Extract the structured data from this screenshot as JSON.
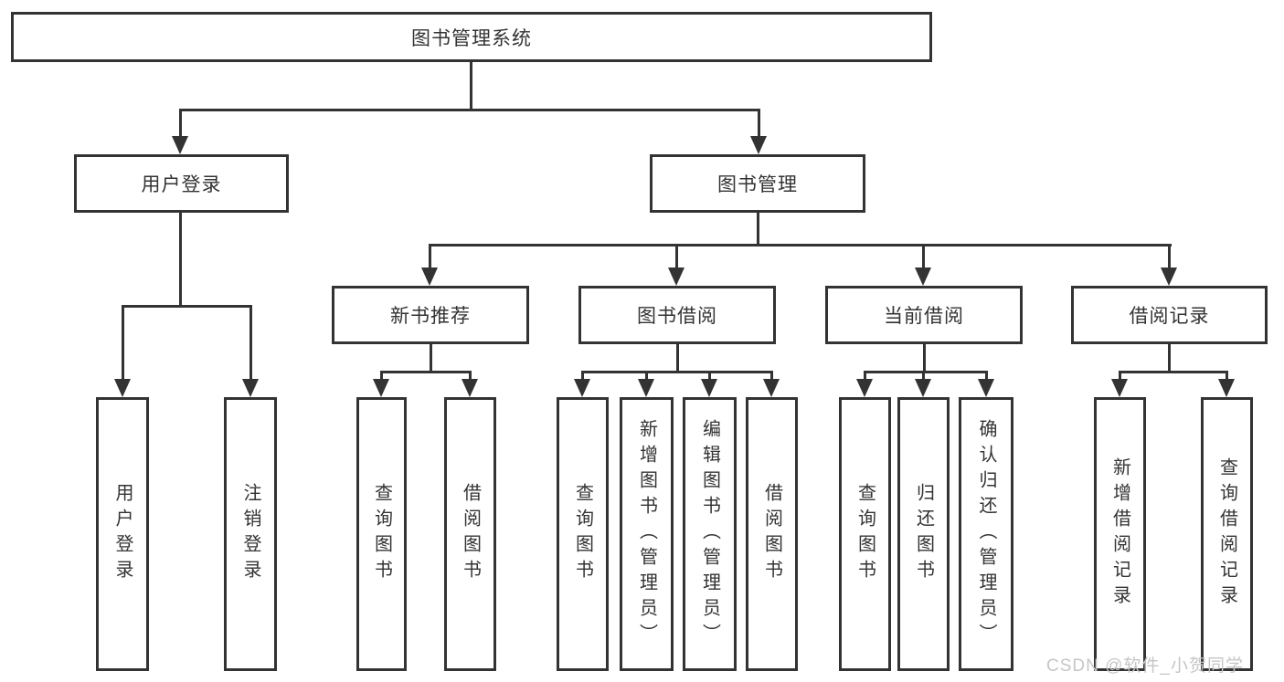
{
  "tree": {
    "label": "图书管理系统",
    "children": [
      {
        "label": "用户登录",
        "children": [
          {
            "label": "用户登录"
          },
          {
            "label": "注销登录"
          }
        ]
      },
      {
        "label": "图书管理",
        "children": [
          {
            "label": "新书推荐",
            "children": [
              {
                "label": "查询图书"
              },
              {
                "label": "借阅图书"
              }
            ]
          },
          {
            "label": "图书借阅",
            "children": [
              {
                "label": "查询图书"
              },
              {
                "label": "新增图书（管理员）"
              },
              {
                "label": "编辑图书（管理员）"
              },
              {
                "label": "借阅图书"
              }
            ]
          },
          {
            "label": "当前借阅",
            "children": [
              {
                "label": "查询图书"
              },
              {
                "label": "归还图书"
              },
              {
                "label": "确认归还（管理员）"
              }
            ]
          },
          {
            "label": "借阅记录",
            "children": [
              {
                "label": "新增借阅记录"
              },
              {
                "label": "查询借阅记录"
              }
            ]
          }
        ]
      }
    ]
  },
  "watermark": "CSDN @软件_小贺同学",
  "colors": {
    "line": "#333333",
    "text": "#333333",
    "watermark": "#c6c6c6",
    "background": "#ffffff"
  }
}
